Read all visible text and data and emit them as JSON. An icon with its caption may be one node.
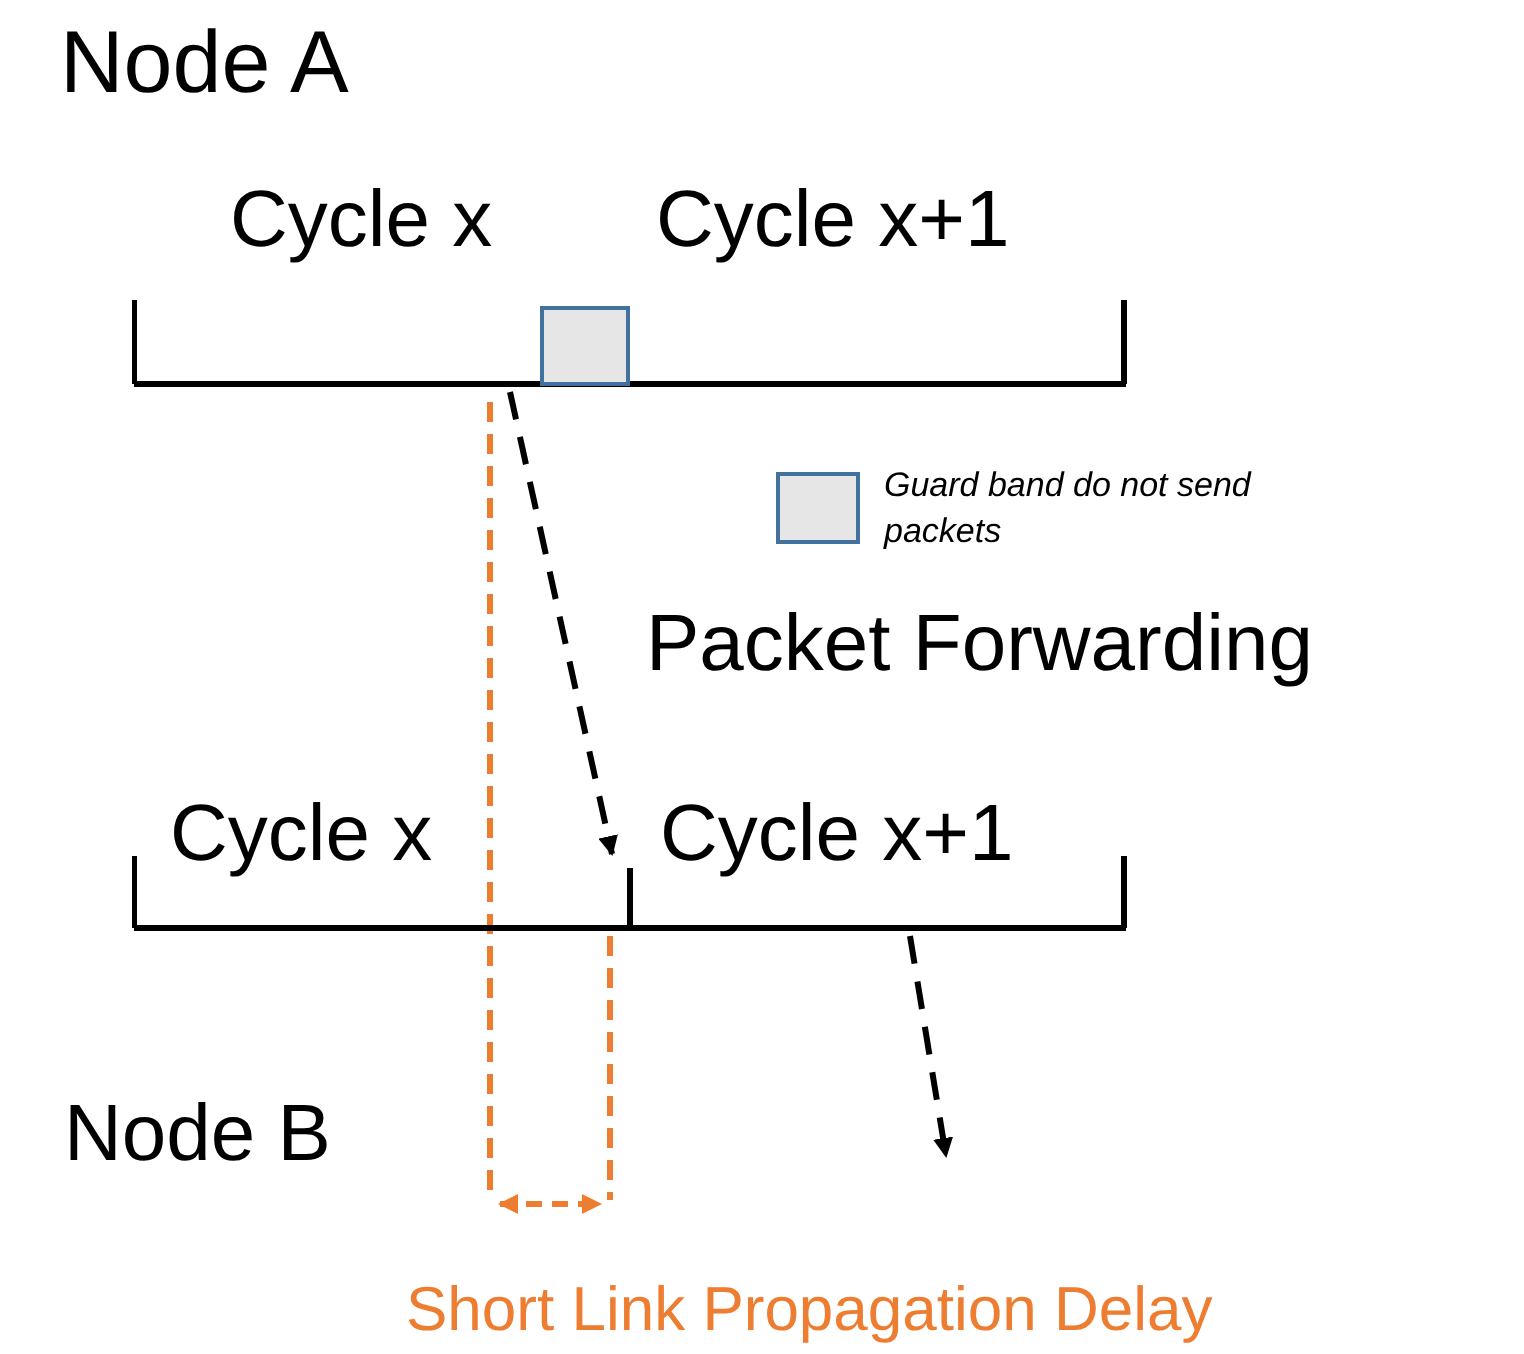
{
  "diagram": {
    "nodes": [
      {
        "text": [],
        "shape": "bar"
      },
      {
        "text": [],
        "shape": "box",
        "in": 0
      },
      {
        "text": [],
        "shape": "bar"
      }
    ],
    "edges": [
      {
        "from": 0,
        "to": 2,
        "arrow": "to",
        "style": "dashed"
      },
      {
        "from": 2,
        "to": null,
        "arrow": "to",
        "style": "dashed"
      }
    ],
    "labels": [
      "Node A",
      "Cycle x",
      "Cycle x+1",
      "Packet Forwarding",
      "Cycle x",
      "Cycle x+1",
      "Node B",
      "Short Link Propagation Delay"
    ],
    "legend": [
      {
        "text": "Guard band do not send packets",
        "color": "#e6e6e6"
      }
    ]
  }
}
